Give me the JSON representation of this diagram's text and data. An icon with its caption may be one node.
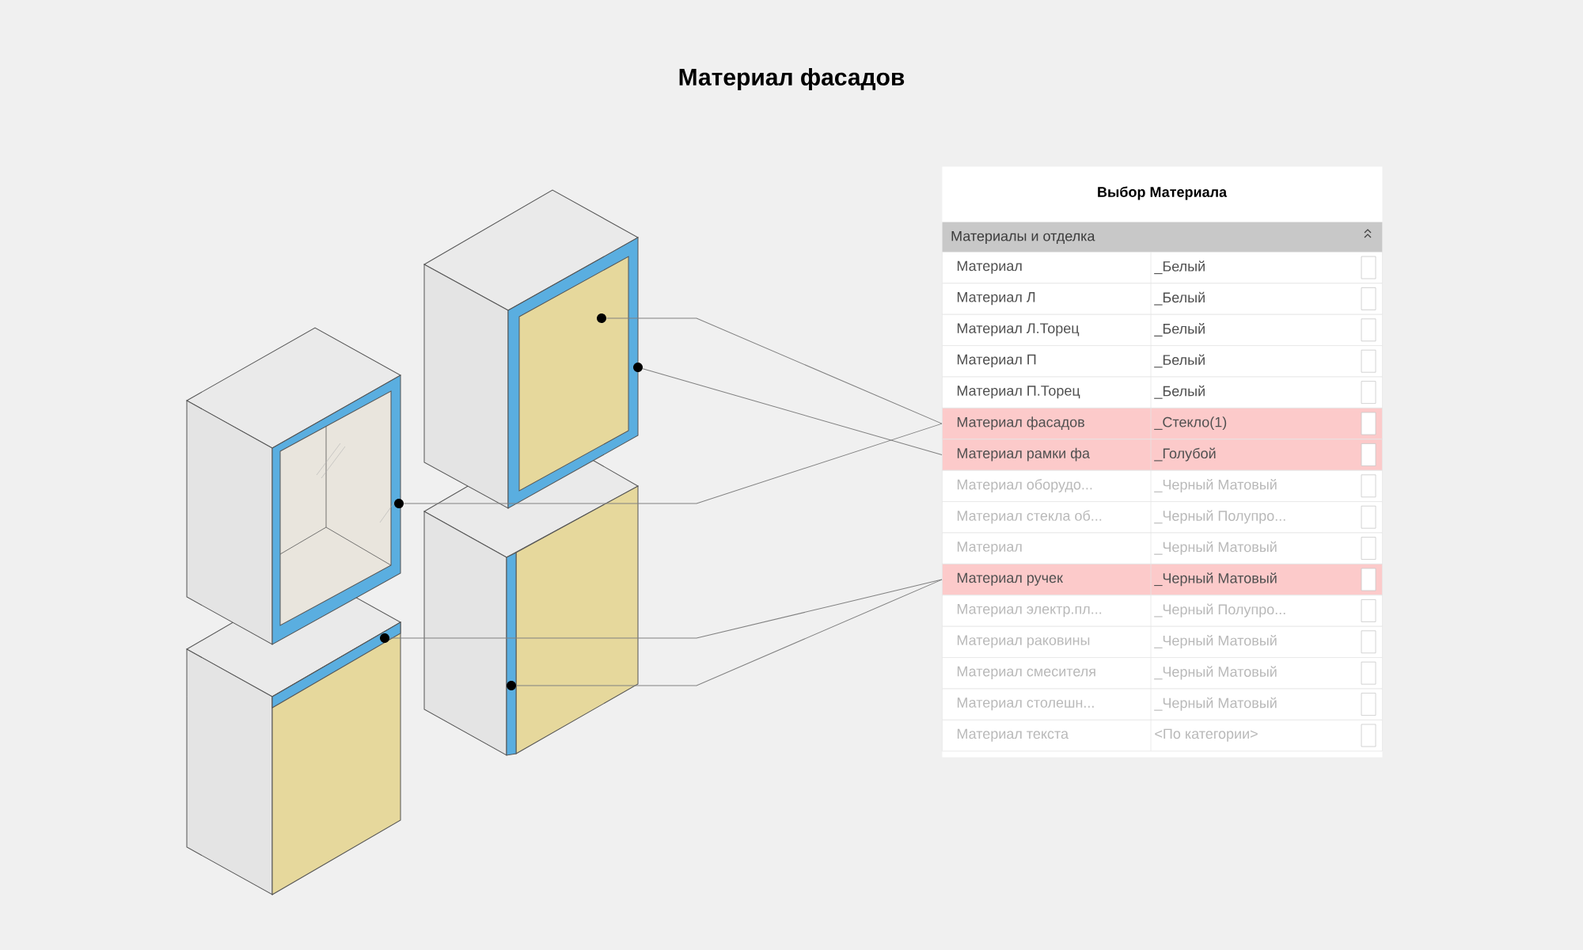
{
  "diagram": {
    "title": "Материал фасадов",
    "nodes": [
      {
        "text": [
          "Выбор Материала"
        ]
      },
      {
        "text": [
          "Материалы и отделка"
        ],
        "in": 0
      },
      {
        "text": [
          "Материал",
          "_Белый"
        ],
        "in": 0
      },
      {
        "text": [
          "Материал Л",
          "_Белый"
        ],
        "in": 0
      },
      {
        "text": [
          "Материал Л.Торец",
          "_Белый"
        ],
        "in": 0
      },
      {
        "text": [
          "Материал П",
          "_Белый"
        ],
        "in": 0
      },
      {
        "text": [
          "Материал П.Торец",
          "_Белый"
        ],
        "in": 0
      },
      {
        "text": [
          "Материал фасадов",
          "_Стекло(1)"
        ],
        "in": 0
      },
      {
        "text": [
          "Материал рамки фа",
          "_Голубой"
        ],
        "in": 0
      },
      {
        "text": [
          "Материал оборудо...",
          "_Черный Матовый"
        ],
        "in": 0
      },
      {
        "text": [
          "Материал стекла об...",
          "_Черный Полупро..."
        ],
        "in": 0
      },
      {
        "text": [
          "Материал",
          "_Черный Матовый"
        ],
        "in": 0
      },
      {
        "text": [
          "Материал ручек",
          "_Черный Матовый"
        ],
        "in": 0
      },
      {
        "text": [
          "Материал электр.пл...",
          "_Черный Полупро..."
        ],
        "in": 0
      },
      {
        "text": [
          "Материал раковины",
          "_Черный Матовый"
        ],
        "in": 0
      },
      {
        "text": [
          "Материал смесителя",
          "_Черный Матовый"
        ],
        "in": 0
      },
      {
        "text": [
          "Материал столешн...",
          "_Черный Матовый"
        ],
        "in": 0
      },
      {
        "text": [
          "Материал текста",
          "<По категории>"
        ],
        "in": 0
      },
      {
        "text": [],
        "shape": "circle"
      },
      {
        "text": [],
        "shape": "circle"
      },
      {
        "text": [],
        "shape": "circle"
      },
      {
        "text": [],
        "shape": "circle"
      },
      {
        "text": [],
        "shape": "circle"
      }
    ],
    "edges": [
      {
        "from": 18,
        "to": 7,
        "arrow": "none"
      },
      {
        "from": 19,
        "to": 8,
        "arrow": "none"
      },
      {
        "from": 20,
        "to": 7,
        "arrow": "none"
      },
      {
        "from": 21,
        "to": 12,
        "arrow": "none"
      },
      {
        "from": 22,
        "to": 12,
        "arrow": "none"
      }
    ]
  }
}
